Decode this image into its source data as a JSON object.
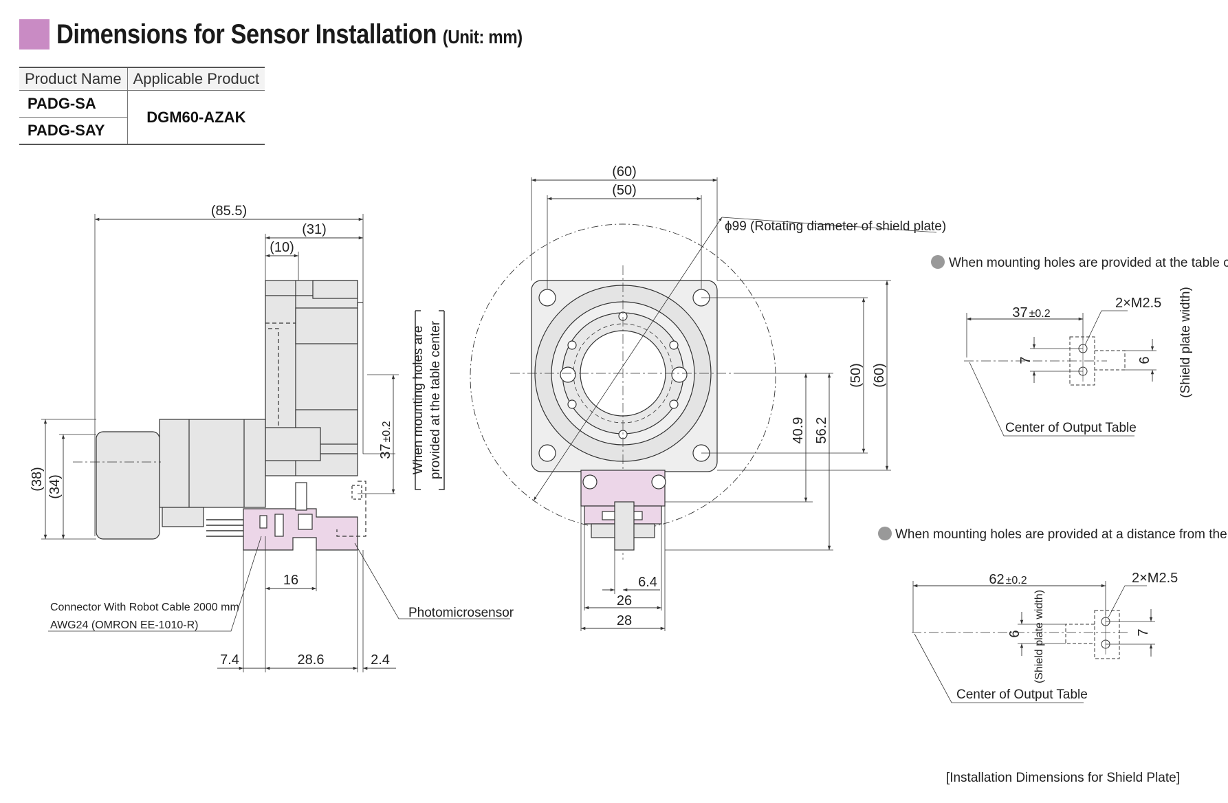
{
  "title": "Dimensions for Sensor Installation",
  "unit": "(Unit: mm)",
  "table": {
    "headers": [
      "Product Name",
      "Applicable Product"
    ],
    "product_names": [
      "PADG-SA",
      "PADG-SAY"
    ],
    "applicable": "DGM60-AZAK"
  },
  "side_view": {
    "dim_overall": "(85.5)",
    "dim_31": "(31)",
    "dim_10": "(10)",
    "dim_38": "(38)",
    "dim_34": "(34)",
    "dim_37": "37",
    "tol_37": "±0.2",
    "note_line1": "When mounting holes are",
    "note_line2": "provided at the table center",
    "dim_16": "16",
    "dim_7_4": "7.4",
    "dim_28_6": "28.6",
    "dim_2_4": "2.4",
    "connector_line1": "Connector With Robot Cable 2000 mm",
    "connector_line2": "AWG24 (OMRON EE-1010-R)",
    "sensor_label": "Photomicrosensor"
  },
  "front_view": {
    "dim_60": "(60)",
    "dim_50": "(50)",
    "shield_diameter": "ϕ99 (Rotating diameter of shield plate)",
    "dim_50_v": "(50)",
    "dim_60_v": "(60)",
    "dim_40_9": "40.9",
    "dim_56_2": "56.2",
    "dim_6_4": "6.4",
    "dim_26": "26",
    "dim_28": "28"
  },
  "detail_center": {
    "heading": "When mounting holes are provided at the table center",
    "dim_37": "37",
    "tol": "±0.2",
    "screws": "2×M2.5",
    "dim_7": "7",
    "dim_6": "6",
    "shield_width": "(Shield plate width)",
    "center_label": "Center of Output Table"
  },
  "detail_distance": {
    "heading": "When mounting holes are provided at a distance from the table center",
    "dim_62": "62",
    "tol": "±0.2",
    "screws": "2×M2.5",
    "dim_6": "6",
    "dim_7": "7",
    "shield_width": "(Shield plate width)",
    "center_label": "Center of Output Table"
  },
  "caption": "[Installation Dimensions for Shield Plate]",
  "colors": {
    "title_swatch": "#c98bc4",
    "sensor_fill": "#ecd6e8",
    "body_fill": "#e6e6e6",
    "table_fill": "#f0f0f0"
  }
}
